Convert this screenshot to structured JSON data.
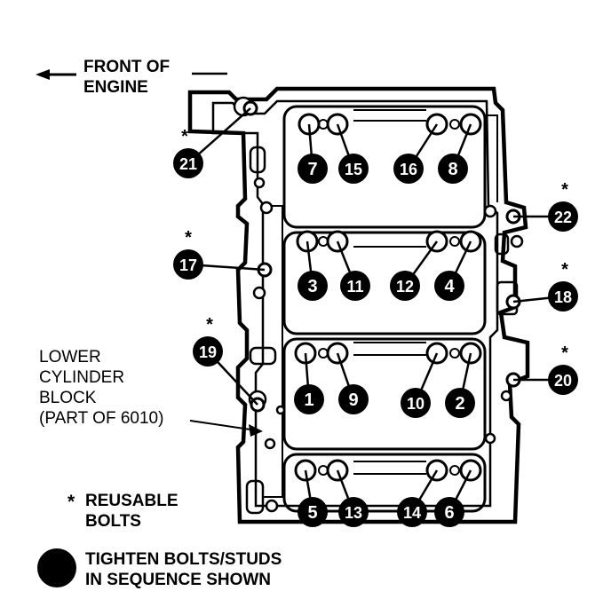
{
  "front_label": {
    "line1": "FRONT OF",
    "line2": "ENGINE"
  },
  "part_label": {
    "line1": "LOWER",
    "line2": "CYLINDER",
    "line3": "BLOCK",
    "line4": "(PART OF 6010)"
  },
  "reusable_legend": {
    "symbol": "*",
    "line1": "REUSABLE",
    "line2": "BOLTS"
  },
  "sequence_legend": {
    "line1": "TIGHTEN BOLTS/STUDS",
    "line2": "IN SEQUENCE SHOWN"
  },
  "markers": [
    {
      "label": "1"
    },
    {
      "label": "2"
    },
    {
      "label": "3"
    },
    {
      "label": "4"
    },
    {
      "label": "5"
    },
    {
      "label": "6"
    },
    {
      "label": "7"
    },
    {
      "label": "8"
    },
    {
      "label": "9"
    },
    {
      "label": "10"
    },
    {
      "label": "11"
    },
    {
      "label": "12"
    },
    {
      "label": "13"
    },
    {
      "label": "14"
    },
    {
      "label": "15"
    },
    {
      "label": "16"
    },
    {
      "label": "17",
      "reusable": true
    },
    {
      "label": "18",
      "reusable": true
    },
    {
      "label": "19",
      "reusable": true
    },
    {
      "label": "20",
      "reusable": true
    },
    {
      "label": "21",
      "reusable": true
    },
    {
      "label": "22",
      "reusable": true
    }
  ]
}
